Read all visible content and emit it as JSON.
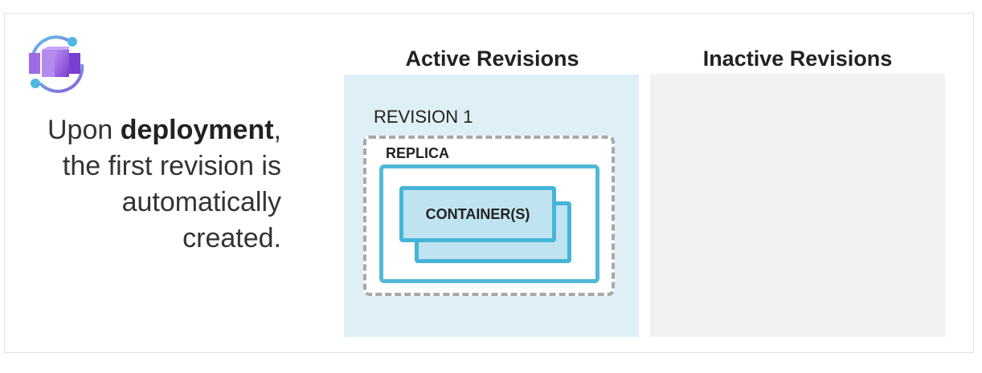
{
  "caption": {
    "prefix": "Upon ",
    "bold": "deployment",
    "suffix": ", the first revision is automatically created."
  },
  "columns": {
    "active_title": "Active Revisions",
    "inactive_title": "Inactive Revisions"
  },
  "revision": {
    "label": "REVISION 1",
    "replica_label": "REPLICA",
    "container_label": "CONTAINER(S)"
  },
  "colors": {
    "active_panel": "#dfeff6",
    "inactive_panel": "#f2f2f2",
    "replica_border": "#52b9d9",
    "container_fill": "#bfe3f0",
    "revision_dash": "#a8a8a8",
    "logo_purple": "#8a4fd8",
    "logo_cyan": "#50b8e0"
  },
  "icons": {
    "logo": "container-apps-icon"
  }
}
